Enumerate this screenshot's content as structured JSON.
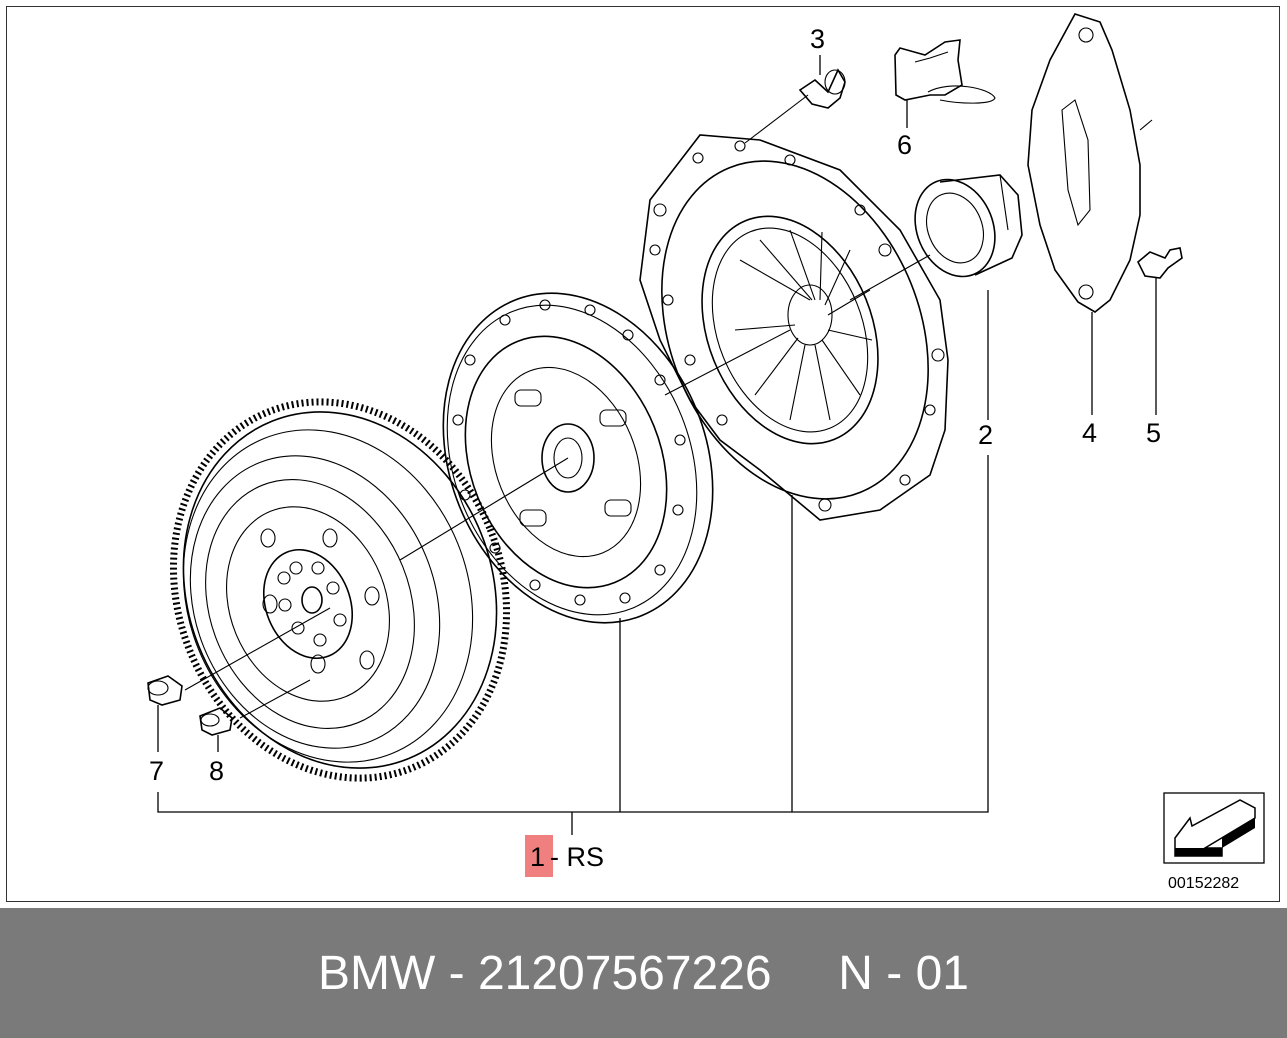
{
  "diagram": {
    "callouts": {
      "c1": "1",
      "c1_suffix": "- RS",
      "c2": "2",
      "c3": "3",
      "c4": "4",
      "c5": "5",
      "c6": "6",
      "c7": "7",
      "c8": "8"
    },
    "image_code": "00152282",
    "highlight_color": "#f08080"
  },
  "footer": {
    "text": "BMW - 21207567226     N - 01",
    "bg_color": "#7a7a7a"
  }
}
